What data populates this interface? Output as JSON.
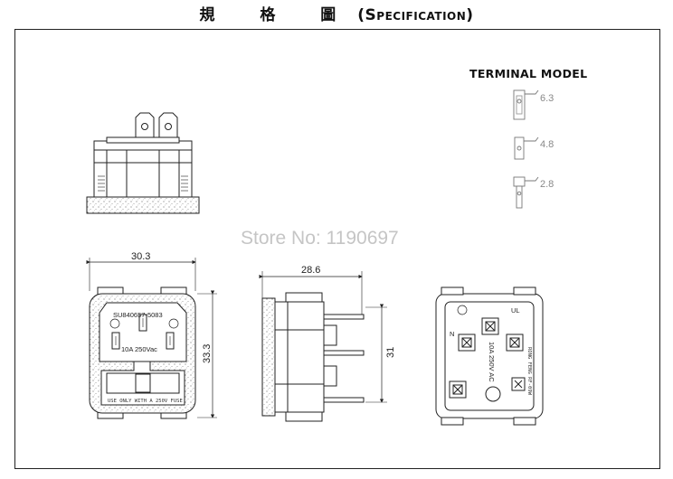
{
  "title": {
    "cjk": "規 格 圖",
    "latin": "(Specification)"
  },
  "terminal": {
    "heading": "TERMINAL MODEL",
    "sizes": [
      "6.3",
      "4.8",
      "2.8"
    ]
  },
  "watermark": "Store No: 1190697",
  "dimensions": {
    "front_width": "30.3",
    "front_height": "33.3",
    "side_width": "28.6",
    "side_height": "31"
  },
  "front_label": {
    "part_no": "SU840657-5083",
    "rating": "10A 250Vac",
    "fuse_note": "USE ONLY WITH A 250V FUSE"
  },
  "rear_label": {
    "rating": "10A 250V AC",
    "mark": "UL",
    "n_mark": "N",
    "vertical_text": "RONG FENG RF-09W"
  }
}
